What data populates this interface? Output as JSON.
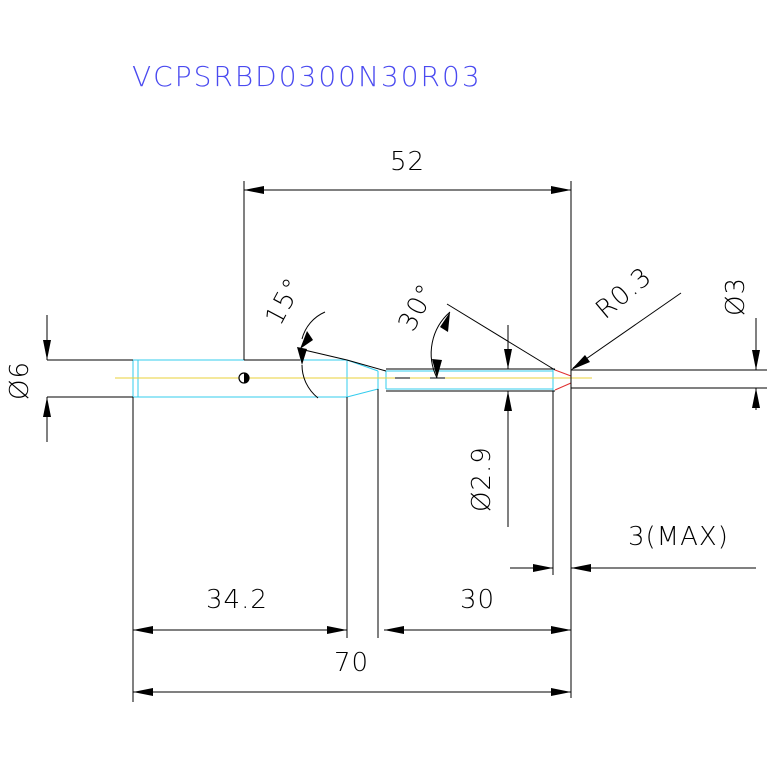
{
  "title": "VCPSRBD0300N30R03",
  "dimensions": {
    "total_length": "52",
    "shank_diameter": "Ø6",
    "neck_diameter": "Ø3",
    "neck_clearance_diameter": "Ø2.9",
    "taper_angle": "15°",
    "tip_angle": "30°",
    "corner_radius": "R0.3",
    "max_cut": "3(MAX)",
    "shank_length": "34.2",
    "neck_length": "30",
    "overall_length": "70"
  },
  "colors": {
    "outline": "#000000",
    "body": "#33ccee",
    "centerline": "#e8d23a",
    "title": "#4a4af0"
  }
}
